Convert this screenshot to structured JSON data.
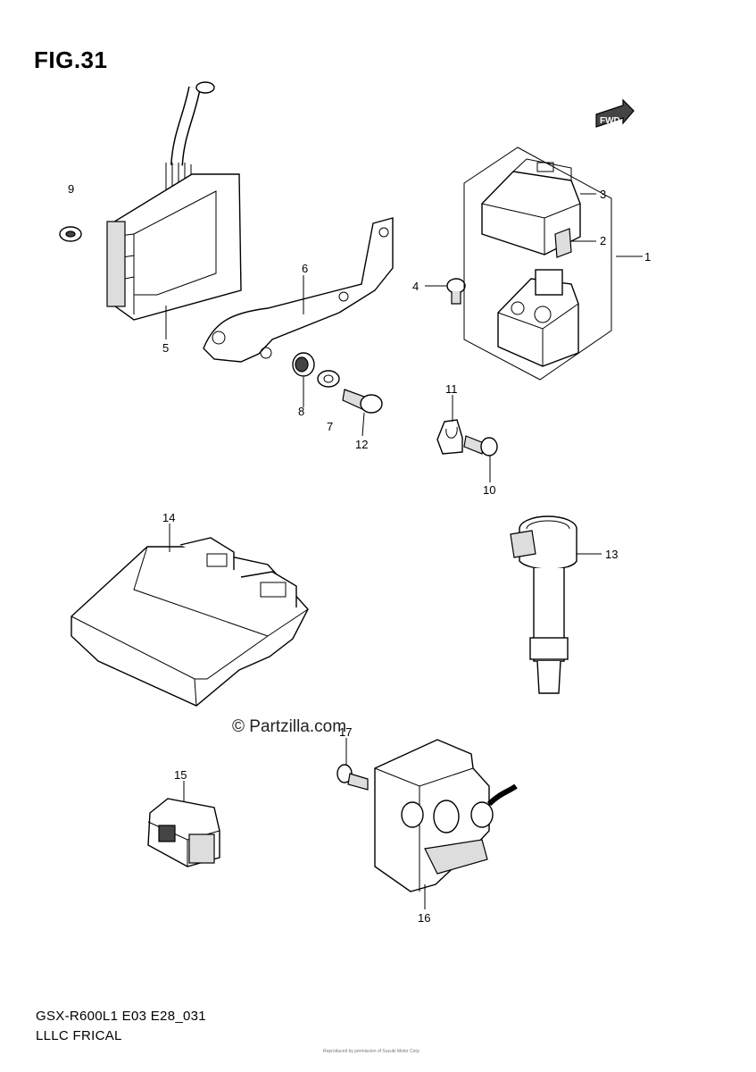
{
  "figure": {
    "title": "FIG.31",
    "model_code": "GSX-R600L1 E03 E28_031",
    "section_name": "LLLC FRICAL",
    "watermark": "© Partzilla.com",
    "fine_print": "Reproduced by permission of Suzuki Motor Corp"
  },
  "fwd_badge": "FWD",
  "callouts": [
    {
      "id": "callout-1",
      "label": "1"
    },
    {
      "id": "callout-2",
      "label": "2"
    },
    {
      "id": "callout-3",
      "label": "3"
    },
    {
      "id": "callout-4",
      "label": "4"
    },
    {
      "id": "callout-5",
      "label": "5"
    },
    {
      "id": "callout-6",
      "label": "6"
    },
    {
      "id": "callout-7",
      "label": "7"
    },
    {
      "id": "callout-8",
      "label": "8"
    },
    {
      "id": "callout-9",
      "label": "9"
    },
    {
      "id": "callout-10",
      "label": "10"
    },
    {
      "id": "callout-11",
      "label": "11"
    },
    {
      "id": "callout-12",
      "label": "12"
    },
    {
      "id": "callout-13",
      "label": "13"
    },
    {
      "id": "callout-14",
      "label": "14"
    },
    {
      "id": "callout-15",
      "label": "15"
    },
    {
      "id": "callout-16",
      "label": "16"
    },
    {
      "id": "callout-17",
      "label": "17"
    }
  ]
}
